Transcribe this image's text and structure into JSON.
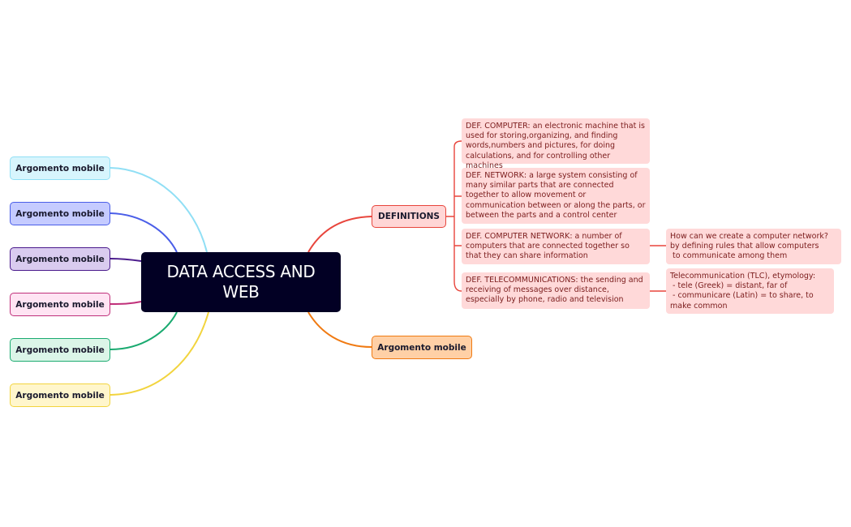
{
  "central": {
    "title": "DATA ACCESS AND WEB"
  },
  "left_branches": [
    {
      "label": "Argomento mobile",
      "color": "#90dff5",
      "fill": "#d7f5fd"
    },
    {
      "label": "Argomento mobile",
      "color": "#4a5ee8",
      "fill": "#c5cbff"
    },
    {
      "label": "Argomento mobile",
      "color": "#4a1a8c",
      "fill": "#d9cbef"
    },
    {
      "label": "Argomento mobile",
      "color": "#c0307a",
      "fill": "#ffe4f3"
    },
    {
      "label": "Argomento mobile",
      "color": "#1aaa70",
      "fill": "#dbf5e8"
    },
    {
      "label": "Argomento mobile",
      "color": "#f2d43e",
      "fill": "#fff6cc"
    }
  ],
  "definitions": {
    "label": "DEFINITIONS",
    "color": "#e8453c",
    "items": [
      "DEF. COMPUTER: an electronic machine that is used for storing,organizing, and finding words,numbers and pictures, for doing calculations, and for controlling other machines",
      "DEF. NETWORK: a large system consisting of many similar parts that are connected together to allow movement or communication between or along the parts, or between the parts and a control center",
      "DEF. COMPUTER NETWORK: a number of computers that are connected together so that they can share information",
      "DEF. TELECOMMUNICATIONS: the sending and receiving of messages over distance, especially by phone, radio and television"
    ],
    "notes": [
      "How can we create a computer network? by defining rules that allow computers\n to communicate among them",
      "Telecommunication (TLC), etymology:\n - tele (Greek) = distant, far of\n - communicare (Latin) = to share, to make common"
    ]
  },
  "right_mobile": {
    "label": "Argomento mobile",
    "color": "#f07a12"
  }
}
